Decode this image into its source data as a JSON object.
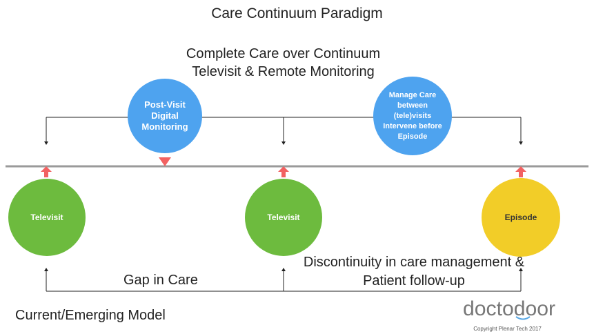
{
  "title": "Care Continuum Paradigm",
  "subtitle_line1": "Complete Care over Continuum",
  "subtitle_line2": "Televisit & Remote Monitoring",
  "circles": {
    "post_visit": "Post-Visit Digital Monitoring",
    "manage_care": "Manage Care between (tele)visits Intervene before Episode",
    "televisit_left": "Televisit",
    "televisit_center": "Televisit",
    "episode": "Episode"
  },
  "gap_in_care": "Gap in Care",
  "discontinuity_line1": "Discontinuity in care management &",
  "discontinuity_line2": "Patient follow-up",
  "model_label": "Current/Emerging Model",
  "logo_text": "doctodoor",
  "copyright": "Copyright Plenar Tech 2017",
  "colors": {
    "blue_circle": "#4ea3ef",
    "green_circle": "#6dbb3e",
    "yellow_circle": "#f2cd28",
    "arrow_red": "#f26262",
    "baseline": "#9a9a9a",
    "logo_gray": "#777777",
    "logo_blue": "#5aa9e6"
  }
}
